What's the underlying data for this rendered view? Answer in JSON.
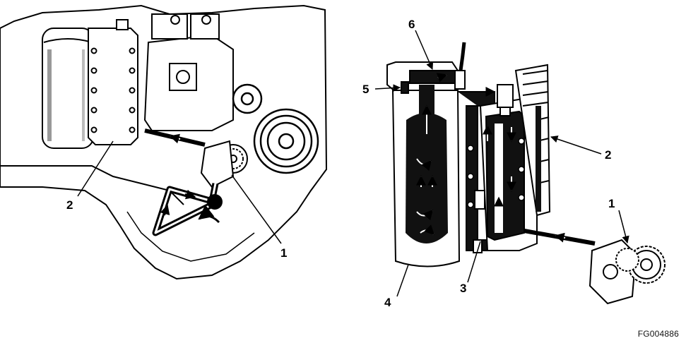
{
  "figure_id": "FG004886",
  "left_view": {
    "callouts": [
      "2",
      "1"
    ]
  },
  "right_view": {
    "callouts": [
      "6",
      "5",
      "2",
      "1",
      "4",
      "3"
    ]
  },
  "colors": {
    "line": "#000000",
    "fill": "#ffffff",
    "shade": "#e6e6e6",
    "oil": "#111111"
  }
}
